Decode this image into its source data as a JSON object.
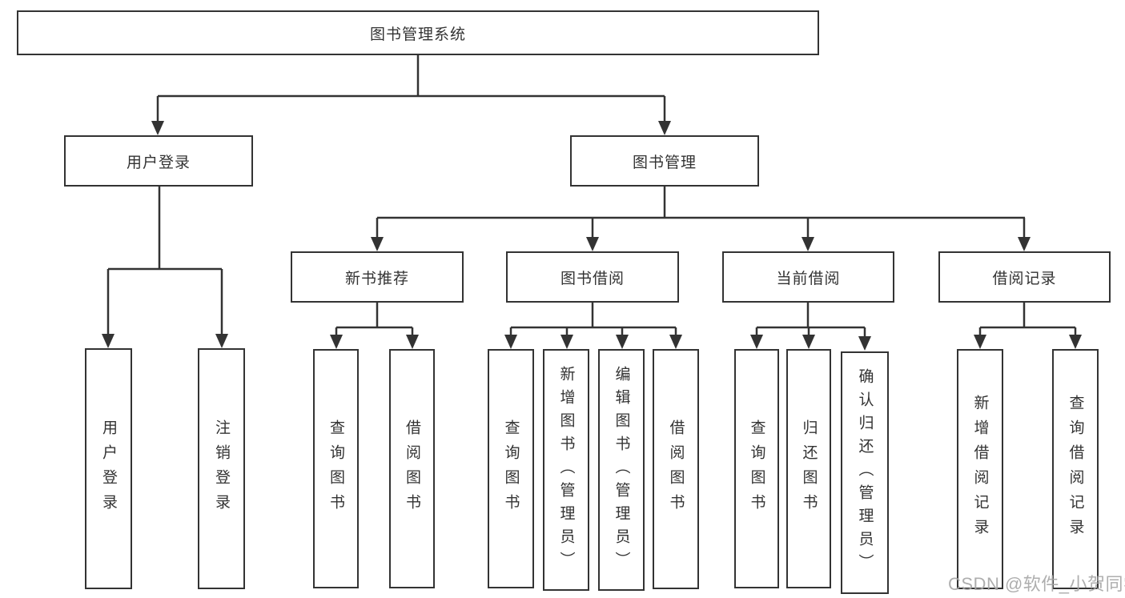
{
  "tree": {
    "label": "图书管理系统",
    "children": [
      {
        "label": "用户登录",
        "children": [
          {
            "label": "用户登录"
          },
          {
            "label": "注销登录"
          }
        ]
      },
      {
        "label": "图书管理",
        "children": [
          {
            "label": "新书推荐",
            "children": [
              {
                "label": "查询图书"
              },
              {
                "label": "借阅图书"
              }
            ]
          },
          {
            "label": "图书借阅",
            "children": [
              {
                "label": "查询图书"
              },
              {
                "label": "新增图书（管理员）"
              },
              {
                "label": "编辑图书（管理员）"
              },
              {
                "label": "借阅图书"
              }
            ]
          },
          {
            "label": "当前借阅",
            "children": [
              {
                "label": "查询图书"
              },
              {
                "label": "归还图书"
              },
              {
                "label": "确认归还（管理员）"
              }
            ]
          },
          {
            "label": "借阅记录",
            "children": [
              {
                "label": "新增借阅记录"
              },
              {
                "label": "查询借阅记录"
              }
            ]
          }
        ]
      }
    ]
  },
  "watermark": "CSDN @软件_小贺同学",
  "colors": {
    "line": "#333333",
    "text": "#333333",
    "box_background": "#ffffff",
    "watermark": "#a5a5a5",
    "background": "#ffffff"
  }
}
